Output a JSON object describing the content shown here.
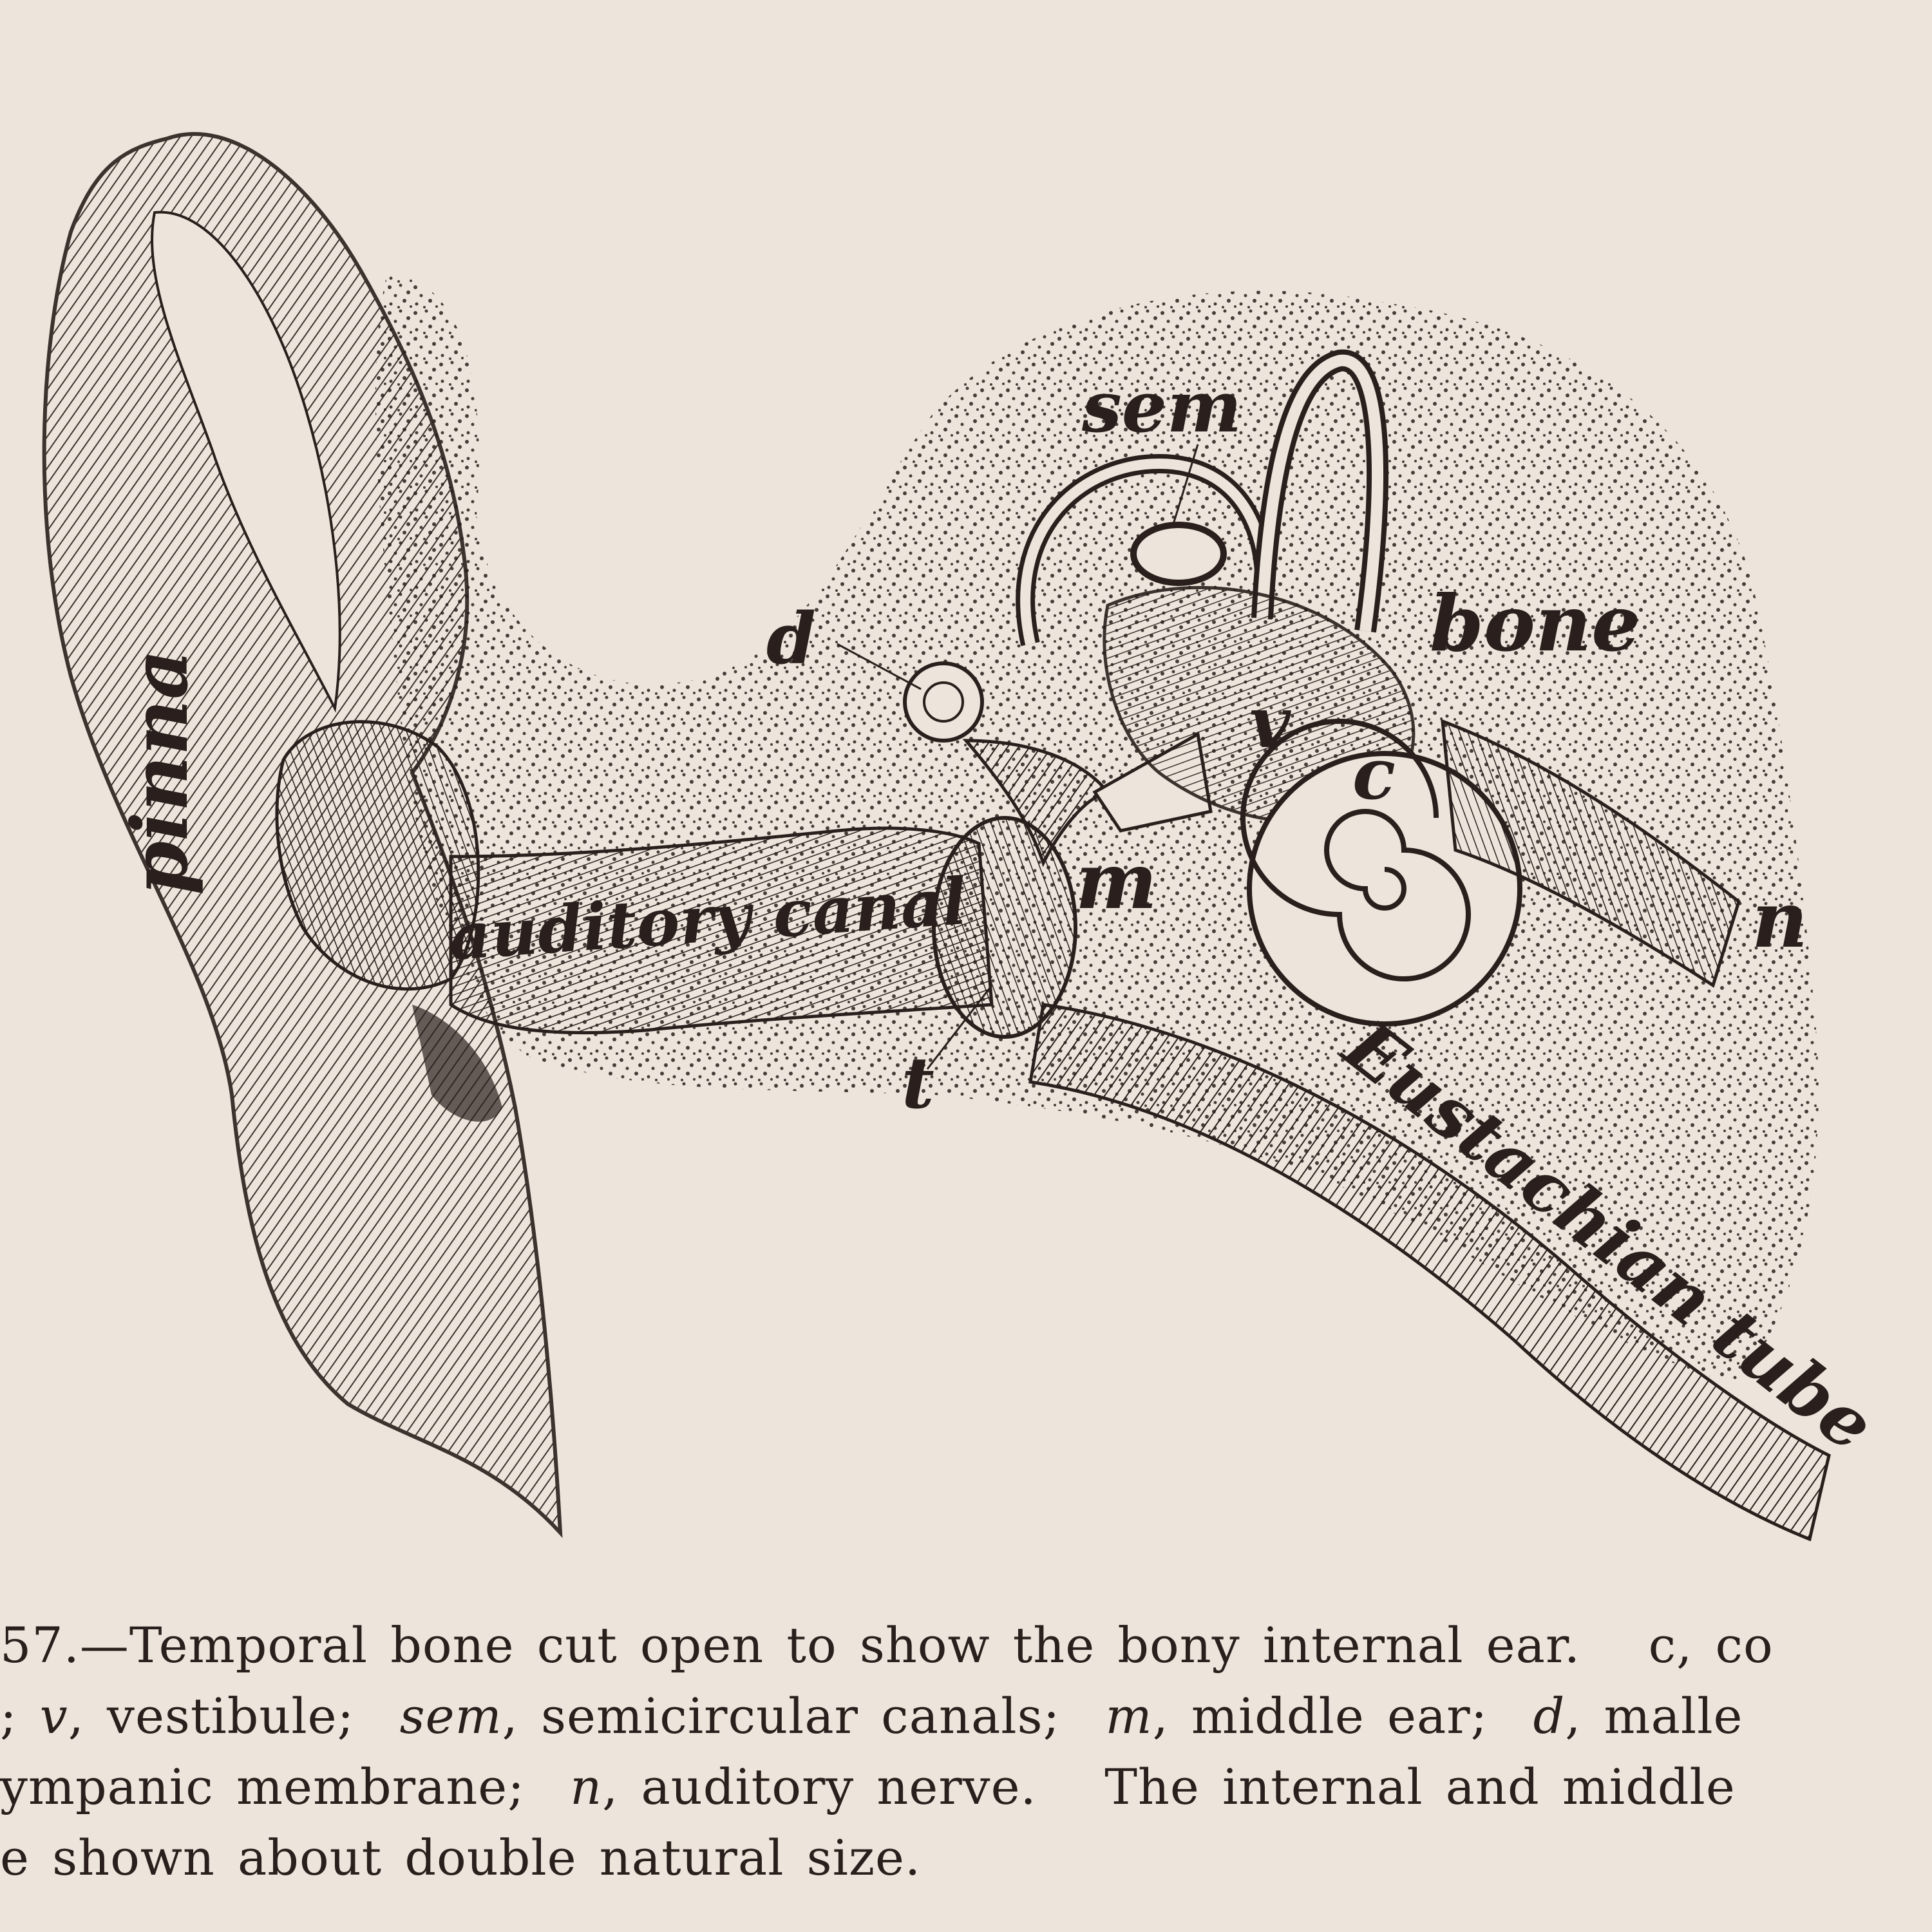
{
  "labels": {
    "pinna": "pinna",
    "auditory_canal": "auditory canal",
    "sem": "sem",
    "bone": "bone",
    "d": "d",
    "v": "v",
    "c": "c",
    "m": "m",
    "n": "n",
    "t": "t",
    "eustachian_tube": "Eustachian tube"
  },
  "caption": {
    "line1": "57.—Temporal bone cut open to show the bony internal ear.   c, co",
    "line2_pre": "; ",
    "line2_v": "v",
    "line2_a": ", vestibule;  ",
    "line2_sem": "sem",
    "line2_b": ", semicircular canals;  ",
    "line2_m": "m",
    "line2_c": ", middle ear;  ",
    "line2_d": "d",
    "line2_e": ", malle",
    "line3_a": "ympanic membrane;  ",
    "line3_n": "n",
    "line3_b": ", auditory nerve.   The internal and middle",
    "line4": "e shown about double natural size."
  },
  "colors": {
    "paper": "#ede5dc",
    "ink": "#2a1f1c"
  }
}
